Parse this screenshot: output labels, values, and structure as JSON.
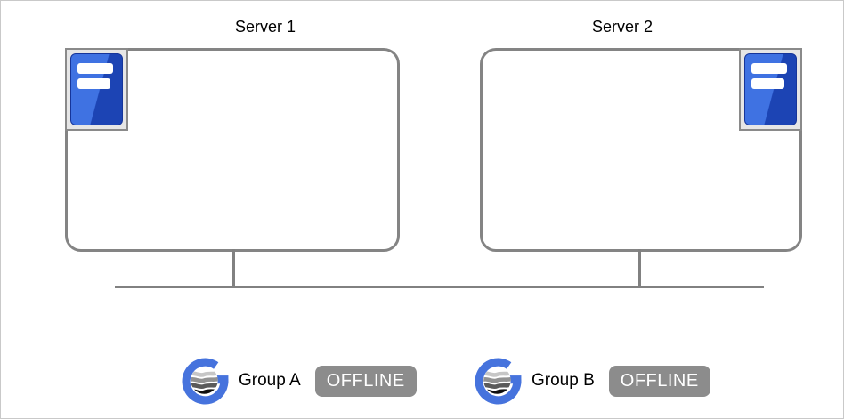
{
  "servers": [
    {
      "label": "Server 1"
    },
    {
      "label": "Server 2"
    }
  ],
  "groups": [
    {
      "name": "Group A",
      "status": "OFFLINE"
    },
    {
      "name": "Group B",
      "status": "OFFLINE"
    }
  ],
  "icons": {
    "server": "server-tower-icon",
    "group": "cluster-group-globe-logo"
  },
  "colors": {
    "box_border": "#848484",
    "connector_line": "#818181",
    "icon_plate_bg": "#e6e6e6",
    "icon_plate_border": "#8a8a8a",
    "server_icon_blue_light": "#3f72e2",
    "server_icon_blue_dark": "#1c44b4",
    "logo_blue": "#4673dd",
    "badge_bg": "#8c8c8c",
    "badge_text": "#ffffff"
  }
}
